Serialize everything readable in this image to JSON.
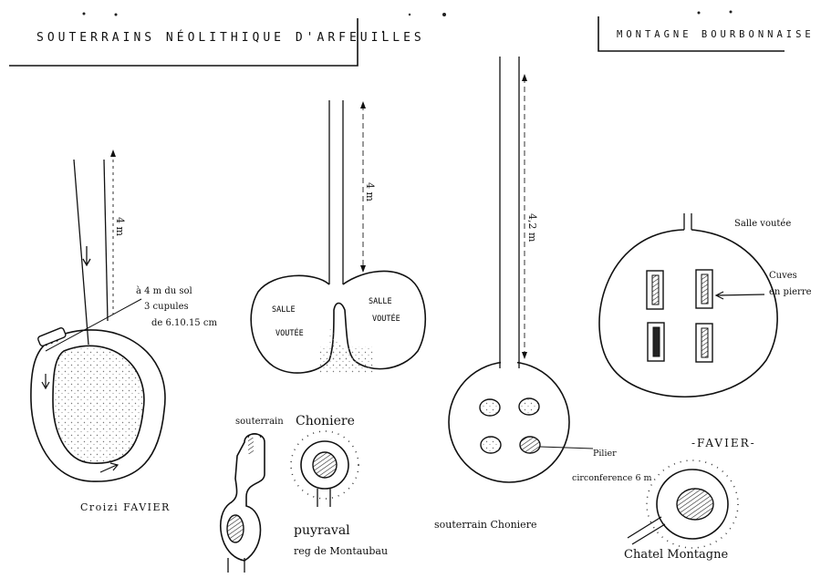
{
  "headers": {
    "left": "SOUTERRAINS NÉOLITHIQUE D'ARFEUILLES",
    "right": "MONTAGNE BOURBONNAISE"
  },
  "fig1": {
    "depth": "4 m",
    "note1": "à 4 m du sol",
    "note2": "3 cupules",
    "note3": "de 6.10.15 cm",
    "caption": "Croizi FAVIER"
  },
  "fig2": {
    "depth": "4 m",
    "label_left_1": "SALLE",
    "label_left_2": "VOUTÉE",
    "label_right_1": "SALLE",
    "label_right_2": "VOUTÉE"
  },
  "fig3": {
    "title_a": "souterrain",
    "title_b": "Choniere",
    "caption_1": "puyraval",
    "caption_2": "reg de Montaubau"
  },
  "fig4": {
    "depth": "4,2 m",
    "pilier_1": "Pilier",
    "pilier_2": "circonference 6 m",
    "caption": "souterrain Choniere"
  },
  "fig5": {
    "label": "Salle voutée",
    "cuves_1": "Cuves",
    "cuves_2": "en pierre"
  },
  "fig6": {
    "title": "-FAVIER-",
    "caption": "Chatel Montagne"
  }
}
